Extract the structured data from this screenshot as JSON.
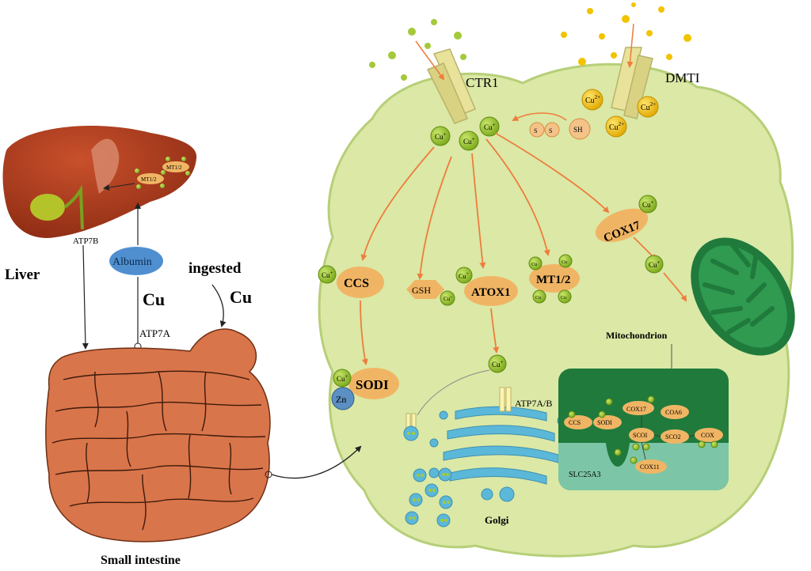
{
  "organs": {
    "liver": "Liver",
    "small_intestine": "Small intestine"
  },
  "transporters": {
    "atp7b": "ATP7B",
    "atp7a": "ATP7A",
    "ctr1": "CTR1",
    "dmt1": "DMTI",
    "atp7ab": "ATP7A/B",
    "slc25a3": "SLC25A3"
  },
  "intake": {
    "albumin": "Albumin",
    "cu_blood": "Cu",
    "ingested": "ingested",
    "cu_ingested": "Cu"
  },
  "ions": {
    "cu_plus": "Cu",
    "cu_plus_sup": "+",
    "cu_2plus": "Cu",
    "cu_2plus_sup": "2+",
    "cu_small": "Cu",
    "zn": "Zn",
    "s": "S",
    "sh": "SH"
  },
  "chaperones": {
    "ccs": "CCS",
    "gsh": "GSH",
    "atox1": "ATOX1",
    "mt12": "MT1/2",
    "cox17": "COX17",
    "sodi": "SODI"
  },
  "organelles": {
    "golgi": "Golgi",
    "mitochondrion": "Mitochondrion"
  },
  "mito_proteins": {
    "cox17": "COX17",
    "ccs": "CCS",
    "sodi": "SODI",
    "coa6": "COA6",
    "sco1": "SCOI",
    "sco2": "SCO2",
    "cox": "COX",
    "cox11": "COX11"
  },
  "liver_label": "MT1/2",
  "colors": {
    "cell": "#dbe8a6",
    "cell_stroke": "#b7cf78",
    "cu": "#8bbd1f",
    "cu2": "#f2c200",
    "chaperone": "#f0b564",
    "arrow": "#ee7d3c",
    "intestine": "#d9754b",
    "liver": "#a33a1c",
    "mito": "#1f7a3c",
    "golgi": "#5bb8d8"
  }
}
